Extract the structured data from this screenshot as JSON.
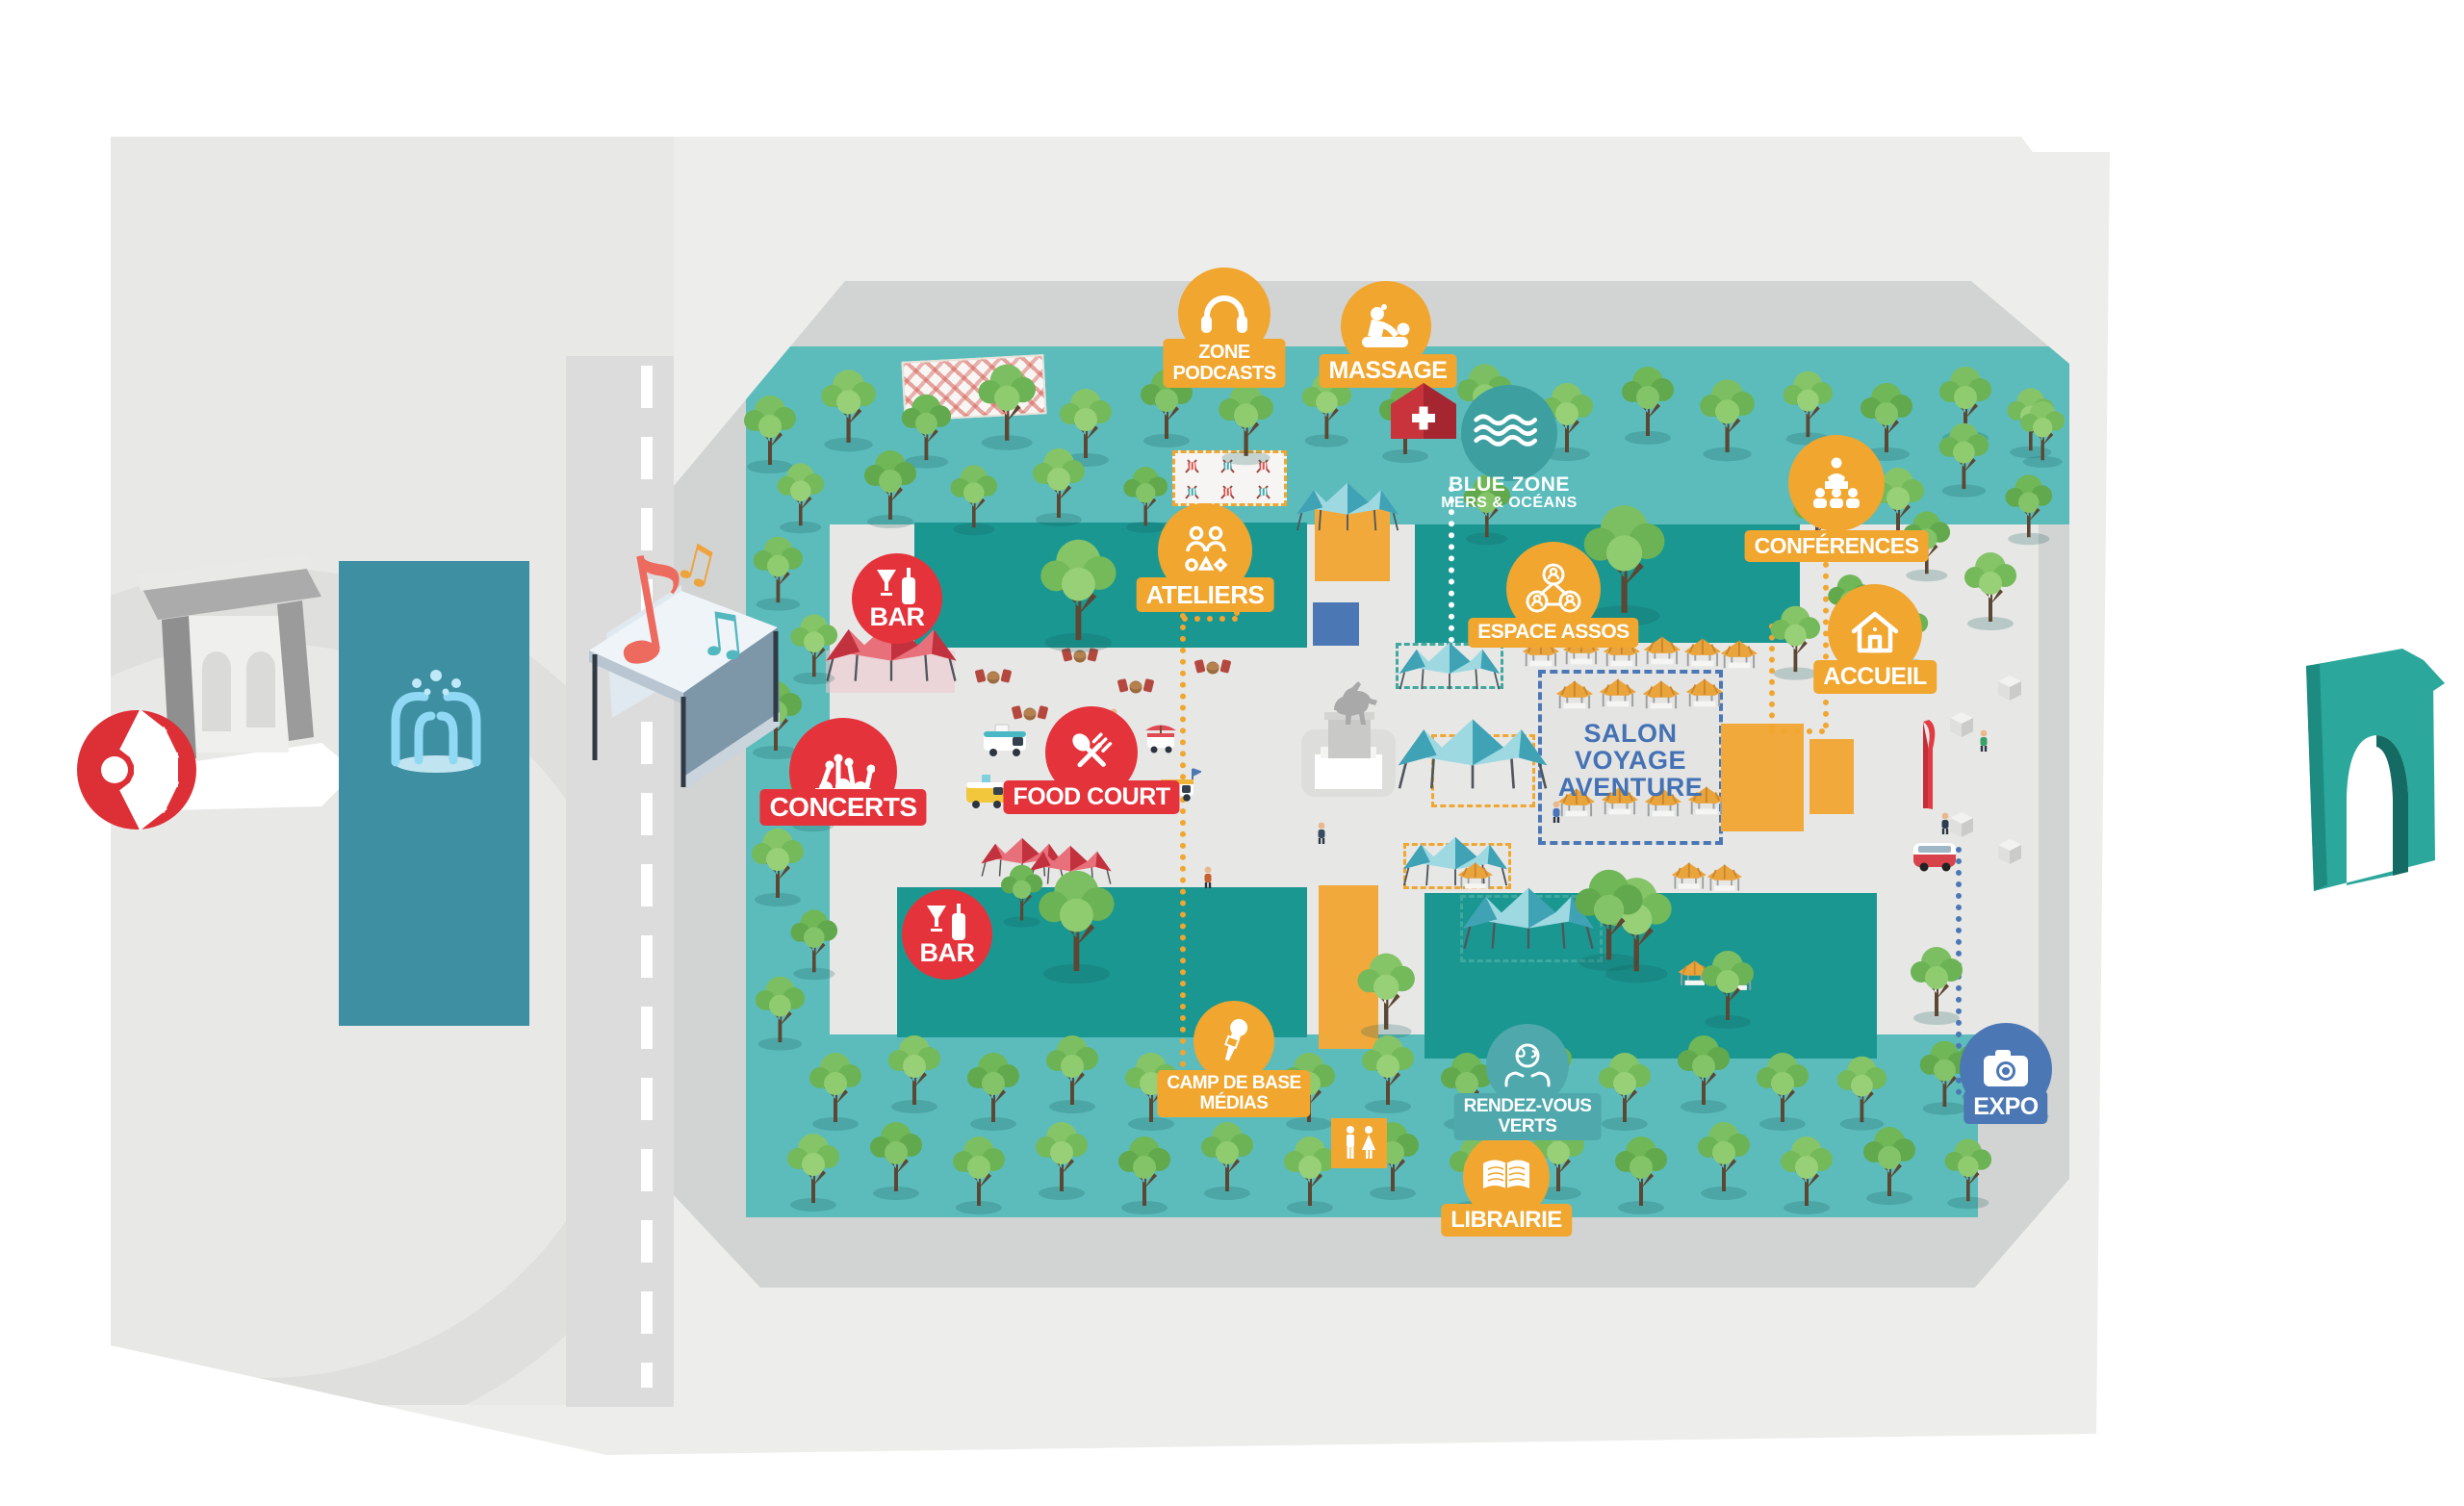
{
  "badges": {
    "zone_podcasts": {
      "line1": "ZONE",
      "line2": "PODCASTS"
    },
    "massage": {
      "label": "MASSAGE"
    },
    "blue_zone": {
      "line1": "BLUE ZONE",
      "line2": "MERS & OCÉANS"
    },
    "conferences": {
      "label": "CONFÉRENCES"
    },
    "ateliers": {
      "label": "ATELIERS"
    },
    "espace_assos": {
      "label": "ESPACE ASSOS"
    },
    "accueil": {
      "label": "ACCUEIL"
    },
    "bar_nord": {
      "label": "BAR"
    },
    "bar_sud": {
      "label": "BAR"
    },
    "concerts": {
      "label": "CONCERTS"
    },
    "food_court": {
      "label": "FOOD COURT"
    },
    "salon_voyage": {
      "line1": "SALON",
      "line2": "VOYAGE",
      "line3": "AVENTURE"
    },
    "camp_medias": {
      "line1": "CAMP DE BASE",
      "line2": "MÉDIAS"
    },
    "rendez_vous_verts": {
      "line1": "RENDEZ-VOUS",
      "line2": "VERTS"
    },
    "librairie": {
      "label": "LIBRAIRIE"
    },
    "expo": {
      "label": "EXPO"
    }
  },
  "colors": {
    "orange": "#F0A62F",
    "red": "#E5333C",
    "teal_badge": "#4FA8AC",
    "blue": "#4C77B5",
    "park_band": "#5CBCBC",
    "lawn": "#1B9792",
    "pool": "#3E8FA2",
    "site_grey": "#D2D3D3",
    "esplanade_grey": "#E7E7E6",
    "page_grey": "#EDEDEC",
    "arch_teal": "#2BA89B"
  }
}
